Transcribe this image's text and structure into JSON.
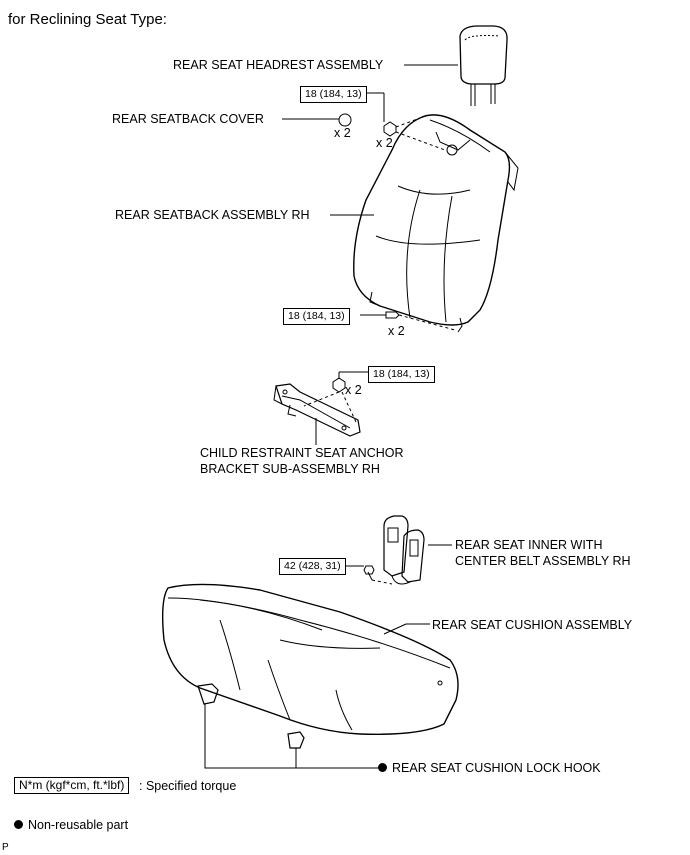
{
  "header": "for Reclining Seat Type:",
  "labels": {
    "headrest": "REAR SEAT HEADREST ASSEMBLY",
    "seatback_cover": "REAR SEATBACK COVER",
    "seatback_assembly": "REAR SEATBACK ASSEMBLY RH",
    "anchor_line1": "CHILD RESTRAINT SEAT ANCHOR",
    "anchor_line2": "BRACKET SUB-ASSEMBLY RH",
    "belt_line1": "REAR SEAT INNER WITH",
    "belt_line2": "CENTER BELT ASSEMBLY RH",
    "cushion": "REAR SEAT CUSHION ASSEMBLY",
    "lock_hook": "REAR SEAT CUSHION LOCK HOOK"
  },
  "torques": {
    "seatback_top": "18 (184, 13)",
    "seatback_bottom": "18 (184, 13)",
    "anchor": "18 (184, 13)",
    "belt": "42 (428, 31)"
  },
  "quantities": {
    "cover": "x 2",
    "seatback_top": "x 2",
    "seatback_bottom": "x 2",
    "anchor": "x 2"
  },
  "legend": {
    "torque_unit": "N*m (kgf*cm, ft.*lbf)",
    "torque_desc": ": Specified torque",
    "non_reusable": "Non-reusable part"
  },
  "footer_code": "P"
}
